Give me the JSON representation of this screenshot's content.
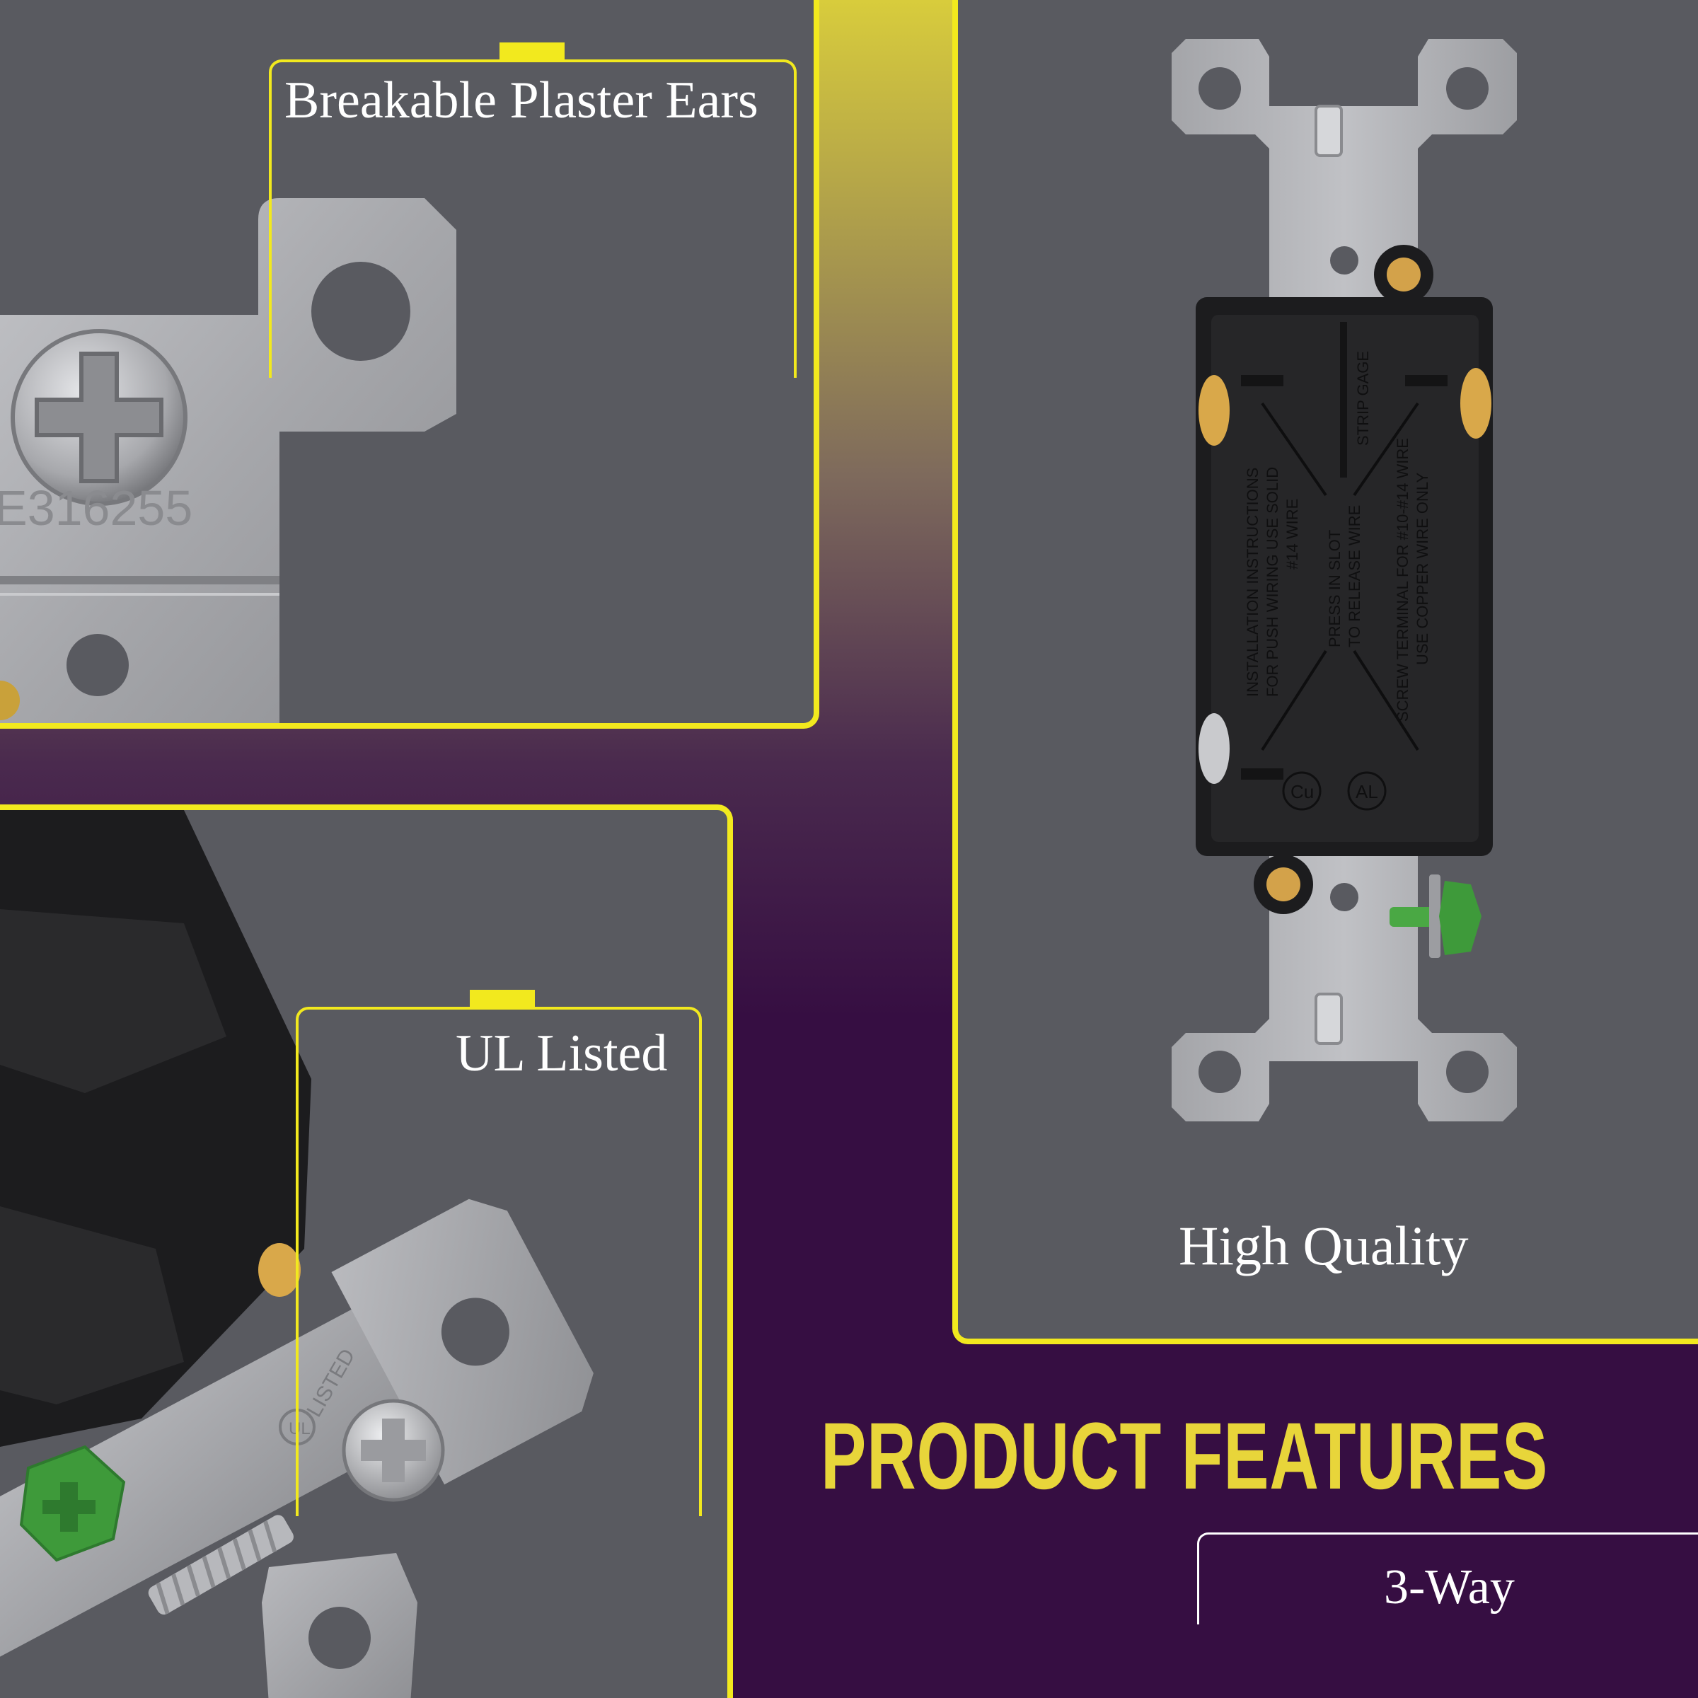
{
  "features": {
    "plaster_ears": "Breakable Plaster Ears",
    "ul_listed": "UL Listed",
    "high_quality": "High Quality",
    "three_way": "3-Way"
  },
  "heading": "PRODUCT FEATURES",
  "switch_markings": {
    "ul_file": "E316255",
    "strip_gage": "STRIP GAGE",
    "install_instructions": "INSTALLATION INSTRUCTIONS",
    "push_wiring": "FOR PUSH WIRING USE SOLID",
    "wire_gauge": "#14 WIRE",
    "press_in_slot": "PRESS IN SLOT",
    "to_release": "TO RELEASE WIRE",
    "screw_terminal": "SCREW TERMINAL FOR #10-#14 WIRE",
    "copper_only": "USE COPPER WIRE ONLY",
    "cu": "Cu",
    "al": "AL",
    "listed": "LISTED",
    "ul_logo": "UL"
  },
  "colors": {
    "accent_yellow": "#f2e91e",
    "heading_yellow": "#e8d53a",
    "panel_gray": "#595a60",
    "background_purple": "#360e42",
    "metal": "#a8a9ad",
    "housing": "#1c1c1e",
    "ground_green": "#3e9a3a"
  }
}
